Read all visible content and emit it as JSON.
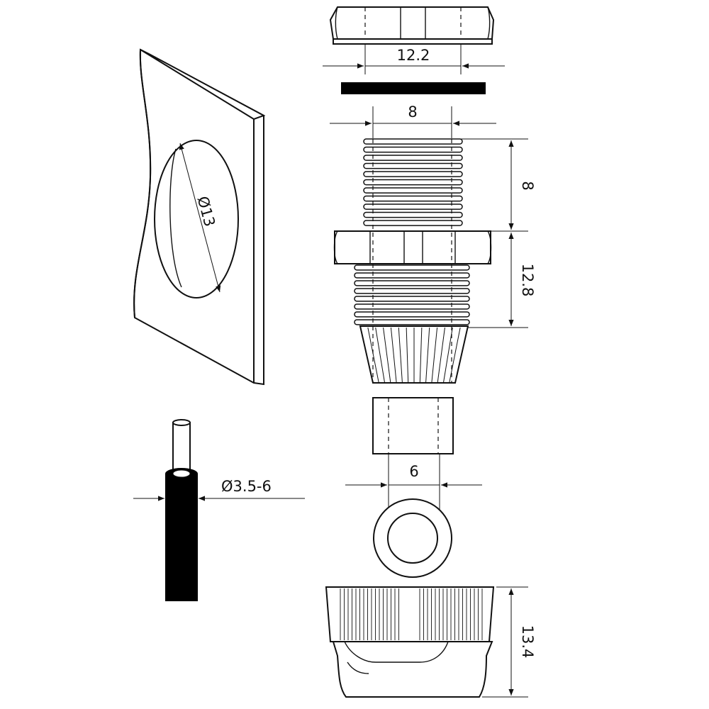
{
  "diagram": {
    "dimensions": {
      "cap_width": "12.2",
      "thread_width": "8",
      "thread_height": "8",
      "body_height": "12.8",
      "seal_width": "6",
      "nut_height": "13.4",
      "panel_hole": "Ø13",
      "cable_range": "Ø3.5-6"
    },
    "colors": {
      "line": "#111111",
      "fill": "#ffffff",
      "cable": "#000000"
    }
  }
}
